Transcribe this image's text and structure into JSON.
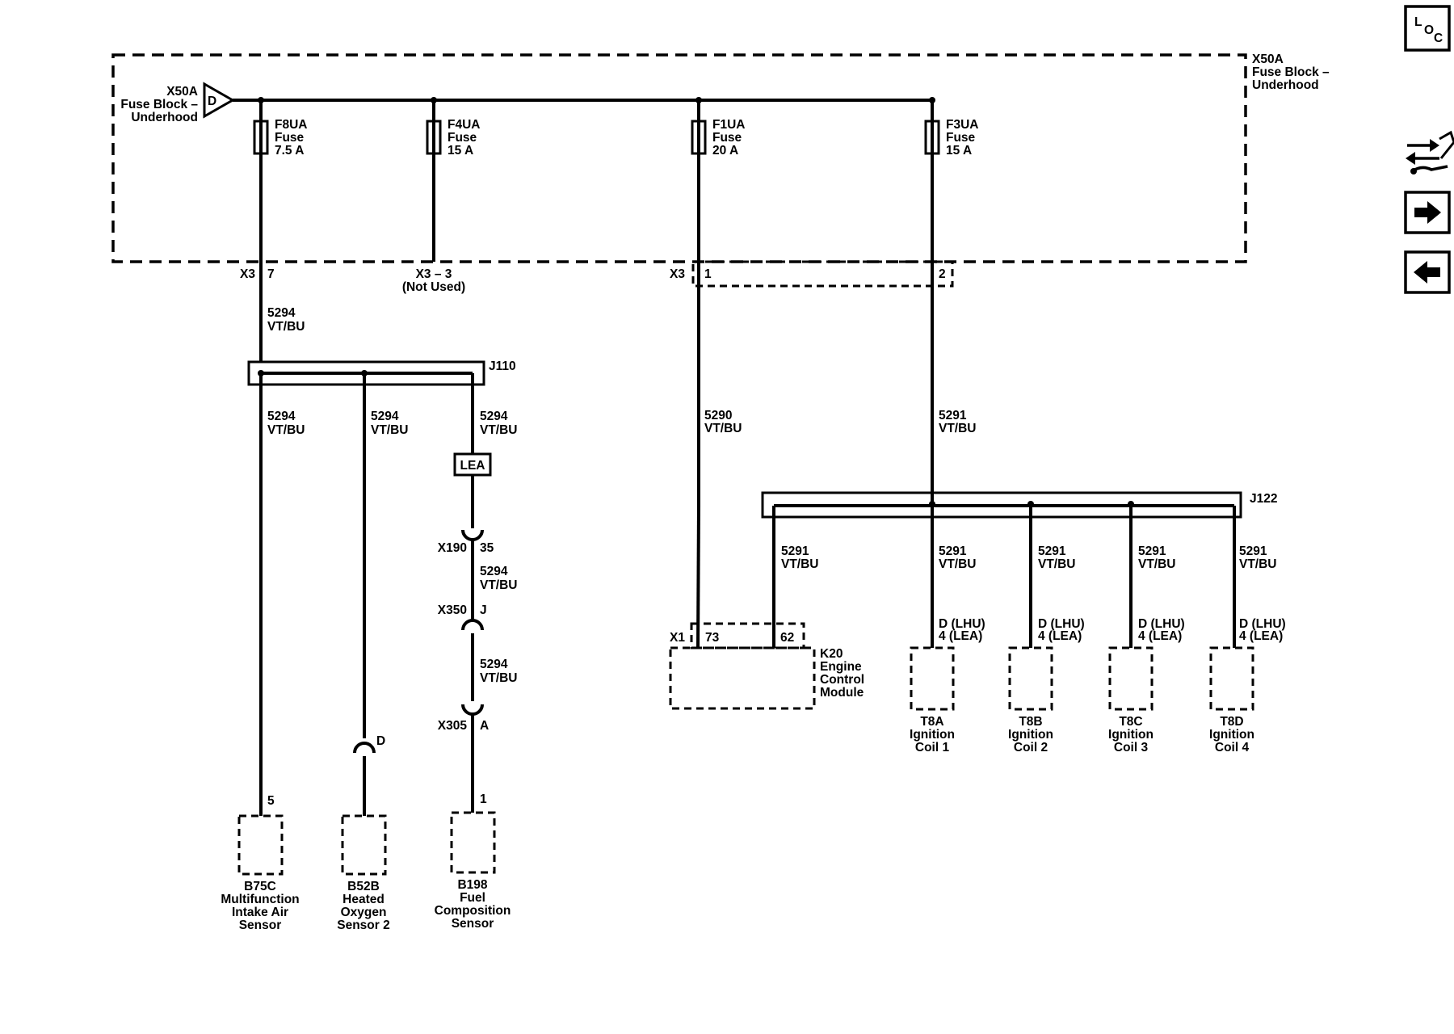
{
  "fuse_block": {
    "id": "X50A",
    "name_line1": "Fuse Block –",
    "name_line2": "Underhood",
    "left_id": "X50A",
    "left_name_line1": "Fuse Block –",
    "left_name_line2": "Underhood",
    "feed_letter": "D"
  },
  "fuses": [
    {
      "id": "F8UA",
      "type": "Fuse",
      "rating": "7.5 A"
    },
    {
      "id": "F4UA",
      "type": "Fuse",
      "rating": "15 A"
    },
    {
      "id": "F1UA",
      "type": "Fuse",
      "rating": "20 A"
    },
    {
      "id": "F3UA",
      "type": "Fuse",
      "rating": "15 A"
    }
  ],
  "connectors": {
    "x3_a": "X3",
    "x3_a_pin": "7",
    "x3_b": "X3 – 3",
    "x3_b_note": "(Not Used)",
    "x3_c": "X3",
    "x3_c_pin1": "1",
    "x3_c_pin2": "2",
    "j110": "J110",
    "j122": "J122",
    "lea": "LEA",
    "x190": "X190",
    "x190_pin": "35",
    "x350": "X350",
    "x350_pin": "J",
    "x305": "X305",
    "x305_pin": "A",
    "x1": "X1",
    "x1_pin73": "73",
    "x1_pin62": "62",
    "b52b_pin": "D",
    "b75c_pin": "5",
    "b198_pin": "1"
  },
  "wires": {
    "w5294": "5294",
    "w5290": "5290",
    "w5291": "5291",
    "color": "VT/BU"
  },
  "coil_pin": {
    "line1": "D (LHU)",
    "line2": "4 (LEA)"
  },
  "components": {
    "b75c": [
      "B75C",
      "Multifunction",
      "Intake Air",
      "Sensor"
    ],
    "b52b": [
      "B52B",
      "Heated",
      "Oxygen",
      "Sensor 2"
    ],
    "b198": [
      "B198",
      "Fuel",
      "Composition",
      "Sensor"
    ],
    "k20": [
      "K20",
      "Engine",
      "Control",
      "Module"
    ],
    "t8a": [
      "T8A",
      "Ignition",
      "Coil 1"
    ],
    "t8b": [
      "T8B",
      "Ignition",
      "Coil 2"
    ],
    "t8c": [
      "T8C",
      "Ignition",
      "Coil 3"
    ],
    "t8d": [
      "T8D",
      "Ignition",
      "Coil 4"
    ]
  },
  "nav": {
    "loc_l": "L",
    "loc_o": "O",
    "loc_c": "C",
    "icons": [
      "location-icon",
      "connector-swap-icon",
      "arrow-right-icon",
      "arrow-left-icon"
    ]
  }
}
